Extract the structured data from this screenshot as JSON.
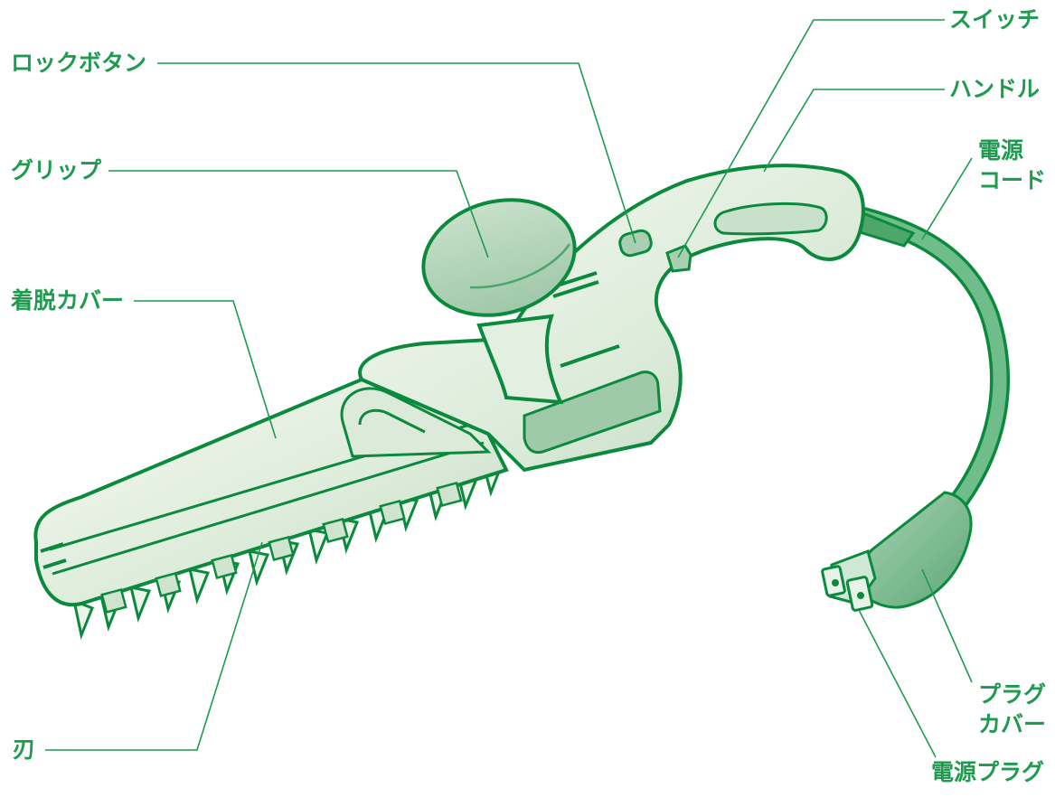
{
  "colors": {
    "label": "#1f9a4f",
    "leader": "#1f9a4f",
    "outline": "#0b8a3e",
    "body_light": "#eef5ec",
    "body_mid": "#cfe3cf",
    "body_dark": "#a9cbb0",
    "cord": "#55b07a",
    "plug": "#7fbd93"
  },
  "labels": {
    "lock_button": "ロックボタン",
    "switch": "スイッチ",
    "handle": "ハンドル",
    "grip": "グリップ",
    "power_cord_line1": "電源",
    "power_cord_line2": "コード",
    "removable_cover": "着脱カバー",
    "blade": "刃",
    "plug_cover_line1": "プラグ",
    "plug_cover_line2": "カバー",
    "power_plug": "電源プラグ"
  }
}
